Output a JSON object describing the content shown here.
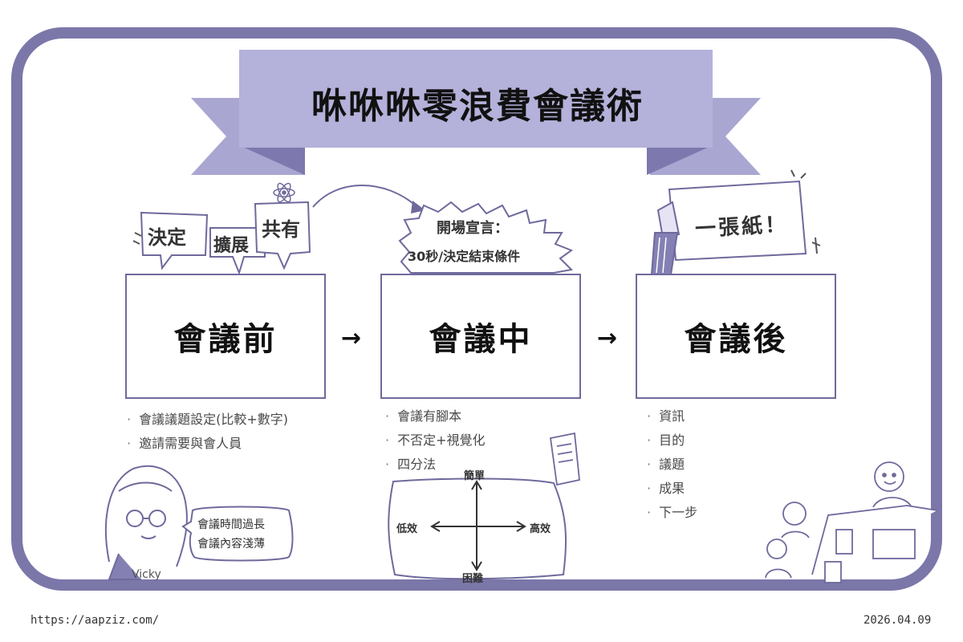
{
  "title": "咻咻咻零浪費會議術",
  "stages": [
    {
      "name": "會議前",
      "bullets": [
        "會議議題設定(比較+數字)",
        "邀請需要與會人員"
      ]
    },
    {
      "name": "會議中",
      "bullets": [
        "會議有腳本",
        "不否定+視覺化",
        "四分法"
      ]
    },
    {
      "name": "會議後",
      "bullets": [
        "資訊",
        "目的",
        "議題",
        "成果",
        "下一步"
      ]
    }
  ],
  "arrow_symbol": "→",
  "speech_bubbles": [
    "決定",
    "擴展",
    "共有"
  ],
  "opening_statement": {
    "line1": "開場宣言：",
    "line2": "30秒/決定結束條件"
  },
  "paper_sign": "一張紙！",
  "quadrant": {
    "top": "簡單",
    "bottom": "困難",
    "left": "低效",
    "right": "高效"
  },
  "vicky": {
    "name": "Vicky",
    "bubble_lines": [
      "會議時間過長",
      "會議內容淺薄"
    ]
  },
  "footer": {
    "url": "https://aapziz.com/",
    "date": "2026.04.09"
  },
  "colors": {
    "accent": "#7b77a9",
    "ribbon": "#b3b0d8",
    "ribbon_dark": "#8580b4",
    "line": "#6e6a9c"
  }
}
